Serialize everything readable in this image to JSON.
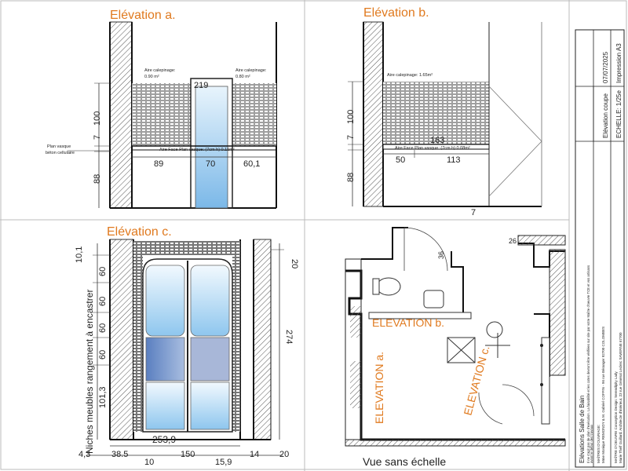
{
  "panels": {
    "a": {
      "title": "Elévation a.",
      "label_aire_left": "Aire calepinage:",
      "value_aire_left": "0.90 m²",
      "label_aire_right": "Aire calepinage:",
      "value_aire_right": "0.80 m²",
      "dim_window": "219",
      "dim_left_height": "100",
      "dim_7": "7",
      "dim_88": "88",
      "dim_89": "89",
      "dim_70": "70",
      "dim_601": "60,1",
      "note_plan_vasque": "Plan vasque",
      "note_beton": "béton cellulaire",
      "note_face": "Aire Face Plan vasque: (7cm h) 0.15m²"
    },
    "b": {
      "title": "Elévation b.",
      "label_aire": "Aire calepinage: 1.65m²",
      "dim_100": "100",
      "dim_7": "7",
      "dim_88": "88",
      "dim_163": "163",
      "dim_50": "50",
      "dim_113": "113",
      "dim_bottom_7": "7",
      "note_face": "Aire Face Plan vasque: (7cm h) 0.08m²"
    },
    "c": {
      "title": "Elévation c.",
      "niche_label": "Niches meubles rangement à encastrer",
      "dim_101": "10,1",
      "dim_60a": "60",
      "dim_60b": "60",
      "dim_60c": "60",
      "dim_60d": "60",
      "dim_1013": "101,3",
      "dim_20_top": "20",
      "dim_274": "274",
      "dim_2539": "253,9",
      "dim_43": "4,3",
      "dim_385": "38.5",
      "dim_10": "10",
      "dim_150": "150",
      "dim_159": "15,9",
      "dim_14": "14",
      "dim_20_bottom": "20"
    },
    "plan": {
      "label_elev_b": "ELEVATION b.",
      "label_elev_a": "ELEVATION a.",
      "label_elev_c": "ELEVATION c.",
      "dim_36": "36",
      "dim_26": "26",
      "caption": "Vue sans échelle"
    }
  },
  "title_block": {
    "col1_title": "Elévations Salle de Bain",
    "col1_note1": "Il ne s'agit pas de plan d'exécution. La faisabilité et les cotes devront être vérifiées sur site par votre Maître d'oeuvre TCE et vos artisans",
    "col1_note2": "avant le début des travaux",
    "col1_owner_label": "MAÎTRES D'OUVRAGE:",
    "col1_owner": "Mme Monique REMONDY & M. Gabriel COFFIN - 96 rue Béranger 92700 COLOMBES",
    "col2_moe_label": "MAÎTRE D'OEUVRE Conception Design: Serendipity Lady",
    "col2_moe": "Marie Thelf Guillard, Architecte d'intérieur, 23 rue Général Leclerc SAVERNE 67700",
    "col3_type": "Elévation coupe",
    "col3_scale": "ECHELLE: 1/25e",
    "col4_date": "07/07/2025",
    "col4_print": "Impression A3"
  },
  "colors": {
    "title": "#e07a1f",
    "glass_top": "#e8f4fc",
    "glass_bottom": "#7bb8e8",
    "glass_mid": "#6d8fc7",
    "wall_hatch": "#333333",
    "tile": "#999999"
  }
}
